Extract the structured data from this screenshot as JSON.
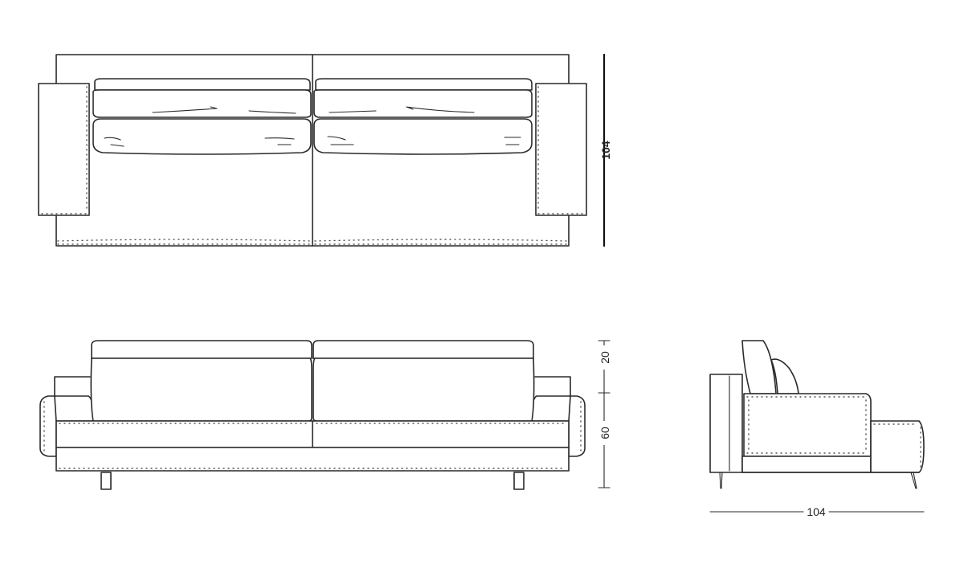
{
  "dimensions": {
    "top_view_depth": "104",
    "front_back_height": "20",
    "front_seat_height": "60",
    "side_view_depth": "104"
  },
  "colors": {
    "line": "#2a2a2a",
    "background": "#ffffff"
  }
}
